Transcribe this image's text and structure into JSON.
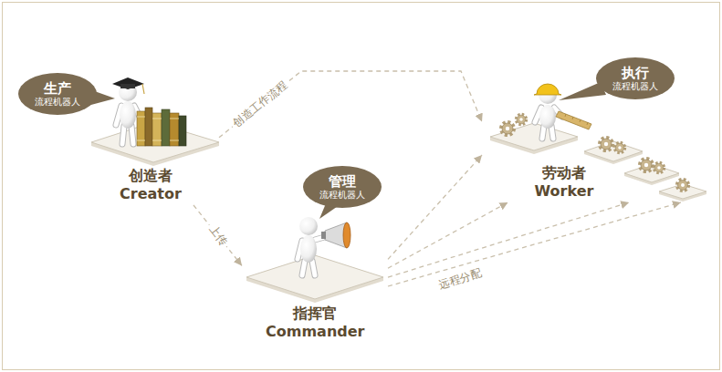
{
  "diagram": {
    "nodes": [
      {
        "text": [
          "生产",
          "流程机器人"
        ]
      },
      {
        "text": [
          "创造者",
          "Creator"
        ]
      },
      {
        "text": [
          "执行",
          "流程机器人"
        ]
      },
      {
        "text": [
          "劳动者",
          "Worker"
        ]
      },
      {
        "text": [
          "管理",
          "流程机器人"
        ]
      },
      {
        "text": [
          "指挥官",
          "Commander"
        ]
      }
    ],
    "edges": [
      {
        "from": 1,
        "to": 3,
        "label": "创造工作流程",
        "arrow": "to"
      },
      {
        "from": 1,
        "to": 5,
        "label": "上传",
        "arrow": "to"
      },
      {
        "from": 5,
        "to": 3,
        "arrow": "to"
      },
      {
        "from": 5,
        "to": 3,
        "arrow": "to"
      },
      {
        "from": 5,
        "to": 3,
        "label": "远程分配",
        "arrow": "to"
      },
      {
        "from": 5,
        "to": 3,
        "arrow": "to"
      }
    ]
  }
}
